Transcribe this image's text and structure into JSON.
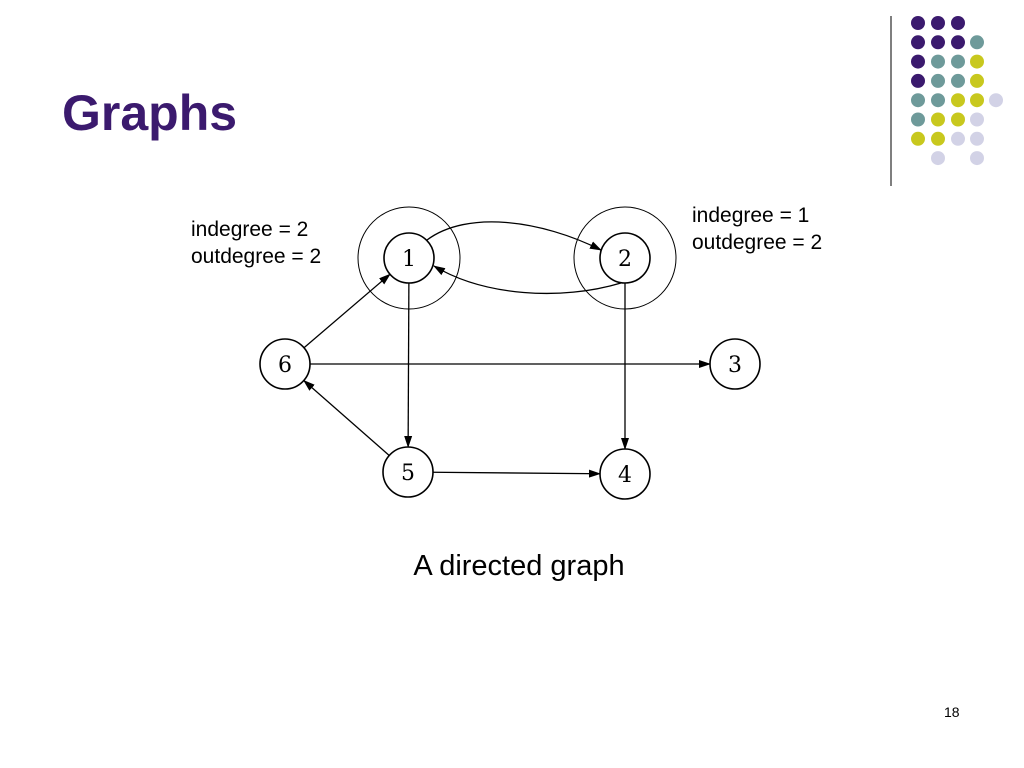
{
  "slide": {
    "title": "Graphs",
    "caption": "A directed graph",
    "page_number": "18"
  },
  "annotations": {
    "node1": {
      "indegree": "indegree = 2",
      "outdegree": "outdegree = 2"
    },
    "node2": {
      "indegree": "indegree = 1",
      "outdegree": "outdegree = 2"
    }
  },
  "graph": {
    "directed": true,
    "nodes": [
      "1",
      "2",
      "3",
      "4",
      "5",
      "6"
    ],
    "edges": [
      {
        "from": "1",
        "to": "2"
      },
      {
        "from": "2",
        "to": "1"
      },
      {
        "from": "1",
        "to": "5"
      },
      {
        "from": "2",
        "to": "4"
      },
      {
        "from": "6",
        "to": "1"
      },
      {
        "from": "6",
        "to": "3"
      },
      {
        "from": "5",
        "to": "6"
      },
      {
        "from": "5",
        "to": "4"
      }
    ],
    "highlighted_nodes": [
      "1",
      "2"
    ]
  },
  "colors": {
    "title": "#3b1a6e",
    "dot_purple": "#3b1a6e",
    "dot_teal": "#6e9a9a",
    "dot_yellow": "#c8c81e",
    "dot_lavender": "#d2d2e6"
  }
}
